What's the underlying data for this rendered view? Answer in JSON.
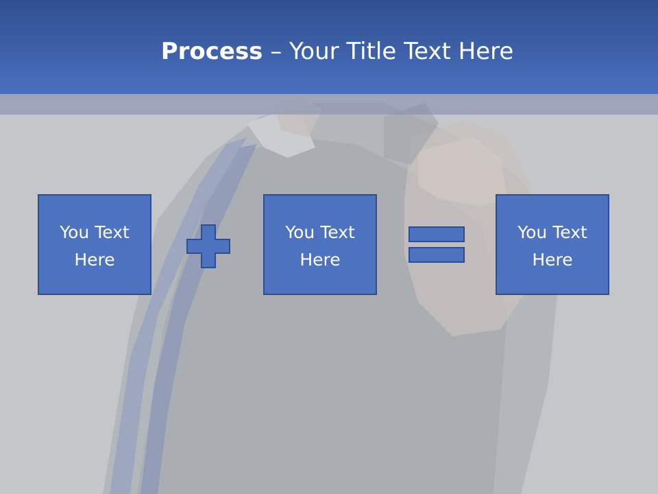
{
  "slide": {
    "title_bold": "Process",
    "title_rest": " – Your Title Text Here",
    "boxes": [
      {
        "text": "You Text\nHere"
      },
      {
        "text": "You Text\nHere"
      },
      {
        "text": "You Text\nHere"
      }
    ],
    "operators": [
      "plus-icon",
      "equals-icon"
    ]
  },
  "colors": {
    "title_bar": "#3d62b0",
    "box_fill": "#4d72bf",
    "box_border": "#2e4d8e",
    "background": "#c4c6ca"
  }
}
